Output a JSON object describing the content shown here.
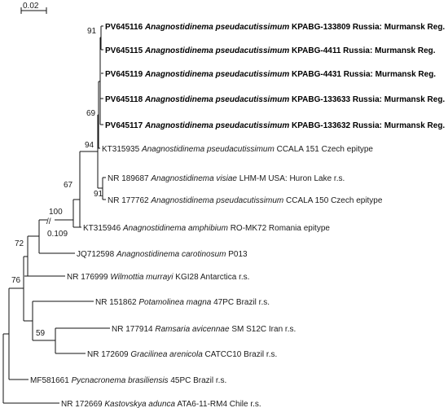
{
  "scale_bar": {
    "label": "0.02"
  },
  "break_marker": {
    "symbol": "//",
    "support": "100",
    "length": "0.109"
  },
  "taxa": [
    {
      "acc": "PV645116",
      "species": "Anagnostidinema pseudacutissimum",
      "rest": "KPABG-133809 Russia: Murmansk Reg.",
      "bold": true
    },
    {
      "acc": "PV645115",
      "species": "Anagnostidinema pseudacutissimum",
      "rest": "KPABG-4411 Russia: Murmansk Reg.",
      "bold": true
    },
    {
      "acc": "PV645119",
      "species": "Anagnostidinema pseudacutissimum",
      "rest": "KPABG-4431 Russia: Murmansk Reg.",
      "bold": true
    },
    {
      "acc": "PV645118",
      "species": "Anagnostidinema pseudacutissimum",
      "rest": "KPABG-133633 Russia: Murmansk Reg.",
      "bold": true
    },
    {
      "acc": "PV645117",
      "species": "Anagnostidinema pseudacutissimum",
      "rest": "KPABG-133632 Russia: Murmansk Reg.",
      "bold": true
    },
    {
      "acc": "KT315935",
      "species": "Anagnostidinema pseudacutissimum",
      "rest": "CCALA 151 Czech epitype",
      "bold": false
    },
    {
      "acc": "NR 189687",
      "species": "Anagnostidinema visiae",
      "rest": "LHM-M USA: Huron Lake r.s.",
      "bold": false
    },
    {
      "acc": "NR 177762",
      "species": "Anagnostidinema pseudacutissimum",
      "rest": "CCALA 150 Czech epitype",
      "bold": false
    },
    {
      "acc": "KT315946",
      "species": "Anagnostidinema amphibium",
      "rest": "RO-MK72 Romania  epitype",
      "bold": false
    },
    {
      "acc": "JQ712598",
      "species": "Anagnostidinema carotinosum",
      "rest": "P013",
      "bold": false
    },
    {
      "acc": "NR 176999",
      "species": "Wilmottia murrayi",
      "rest": "KGI28 Antarctica r.s.",
      "bold": false
    },
    {
      "acc": "NR 151862",
      "species": "Potamolinea magna",
      "rest": "47PC Brazil r.s.",
      "bold": false
    },
    {
      "acc": "NR 177914",
      "species": "Ramsaria avicennae",
      "rest": "SM S12C Iran r.s.",
      "bold": false
    },
    {
      "acc": "NR 172609",
      "species": "Gracilinea arenicola",
      "rest": "CATCC10 Brazil r.s.",
      "bold": false
    },
    {
      "acc": "MF581661",
      "species": "Pycnacronema brasiliensis",
      "rest": "45PC Brazil r.s.",
      "bold": false
    },
    {
      "acc": "NR 172669",
      "species": "Kastovskya adunca",
      "rest": "ATA6-11-RM4 Chile r.s.",
      "bold": false
    }
  ],
  "supports": [
    "91",
    "69",
    "94",
    "91",
    "67",
    "72",
    "76",
    "59"
  ]
}
